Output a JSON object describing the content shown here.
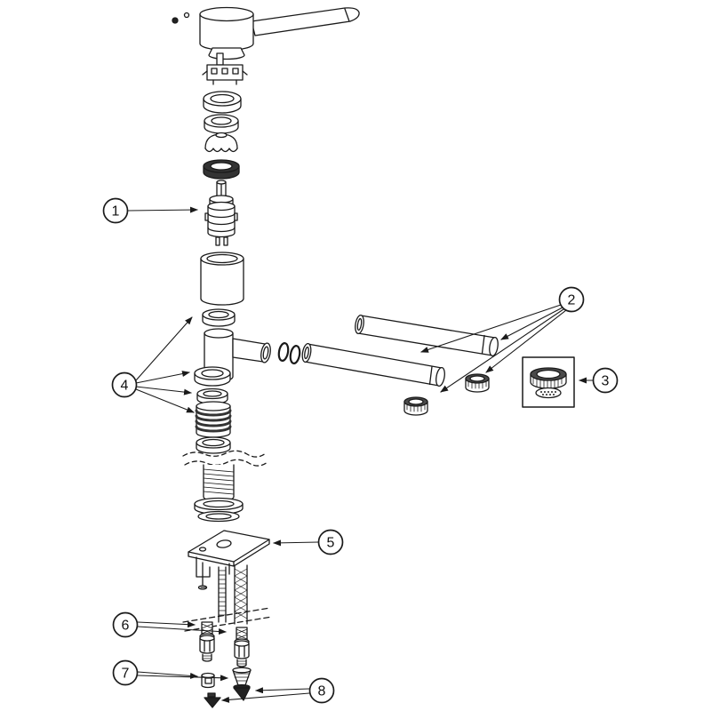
{
  "diagram": {
    "kind": "exploded-parts-diagram",
    "subject": "single-lever-mixer-tap",
    "background_color": "#ffffff",
    "line_color": "#1a1a1a",
    "callouts": [
      {
        "label": "1",
        "points_to": "ceramic-cartridge"
      },
      {
        "label": "2",
        "points_to": "spout-tubes-and-swivel-nuts"
      },
      {
        "label": "3",
        "points_to": "aerator-assembly"
      },
      {
        "label": "4",
        "points_to": "seal-and-ring-set"
      },
      {
        "label": "5",
        "points_to": "mounting-bracket"
      },
      {
        "label": "6",
        "points_to": "supply-hose-connectors"
      },
      {
        "label": "7",
        "points_to": "filter-inserts"
      },
      {
        "label": "8",
        "points_to": "seal-tips"
      }
    ]
  }
}
